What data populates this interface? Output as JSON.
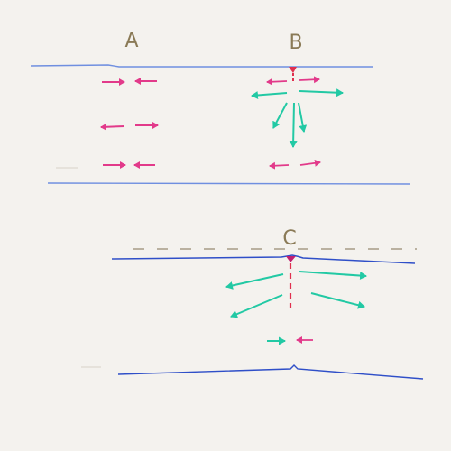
{
  "labels": {
    "a": "A",
    "b": "B",
    "c": "C"
  },
  "colors": {
    "paper": "#f4f2ee",
    "ink_label": "#8a7a56",
    "rule_blue": "#6f8fe0",
    "rule_dark_blue": "#2f4fc8",
    "arrow_magenta": "#e23a8a",
    "arrow_teal": "#22c9a4",
    "crack_red": "#e0304e",
    "dash_gray": "#a79b86"
  },
  "icons": {
    "arrow": "arrow-icon",
    "crack_tip": "crack-tip-icon"
  }
}
